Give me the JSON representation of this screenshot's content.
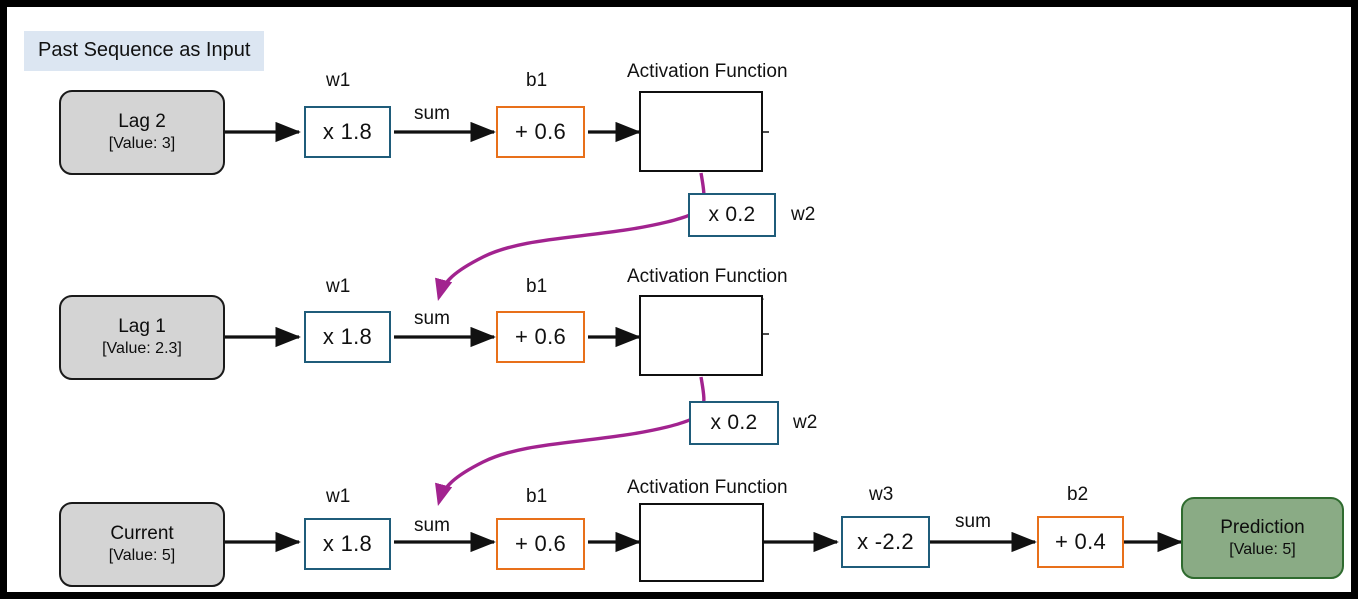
{
  "diagram": {
    "title_banner": "Past Sequence as Input",
    "colors": {
      "banner_bg": "#dce6f2",
      "weight_border": "#1f5c7a",
      "bias_border": "#e8701a",
      "input_node_fill": "#d4d4d4",
      "output_node_fill": "#8aab85",
      "output_node_border": "#2f6b2f",
      "recurrent_arrow": "#a2238f",
      "arrow": "#111111",
      "frame": "#000000"
    },
    "rows": [
      {
        "input": {
          "title": "Lag 2",
          "value": "[Value: 3]"
        },
        "w1_label": "w1",
        "w1_box": "x 1.8",
        "sum_label": "sum",
        "b1_label": "b1",
        "b1_box": "+ 0.6",
        "activation_label": "Activation Function",
        "w2_box": "x 0.2",
        "w2_label": "w2"
      },
      {
        "input": {
          "title": "Lag 1",
          "value": "[Value: 2.3]"
        },
        "w1_label": "w1",
        "w1_box": "x 1.8",
        "sum_label": "sum",
        "b1_label": "b1",
        "b1_box": "+ 0.6",
        "activation_label": "Activation Function",
        "w2_box": "x 0.2",
        "w2_label": "w2"
      },
      {
        "input": {
          "title": "Current",
          "value": "[Value: 5]"
        },
        "w1_label": "w1",
        "w1_box": "x 1.8",
        "sum_label": "sum",
        "b1_label": "b1",
        "b1_box": "+ 0.6",
        "activation_label": "Activation Function",
        "w3_label": "w3",
        "w3_box": "x -2.2",
        "sum2_label": "sum",
        "b2_label": "b2",
        "b2_box": "+ 0.4",
        "output": {
          "title": "Prediction",
          "value": "[Value: 5]"
        }
      }
    ]
  }
}
